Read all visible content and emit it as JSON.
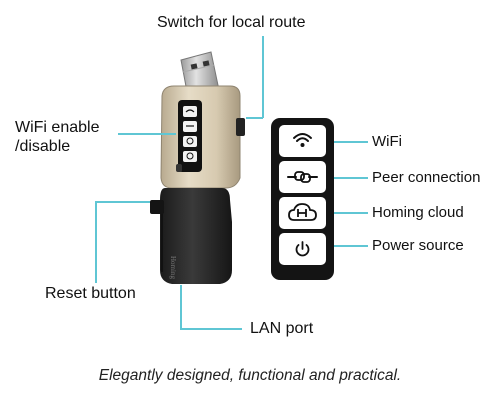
{
  "labels": {
    "switch": "Switch for local route",
    "wifi_enable_1": "WiFi enable",
    "wifi_enable_2": "/disable",
    "reset": "Reset button",
    "lan": "LAN port",
    "wifi": "WiFi",
    "peer": "Peer connection",
    "homing": "Homing cloud",
    "power": "Power source"
  },
  "device_brand": "Homing",
  "caption": "Elegantly designed, functional and practical.",
  "colors": {
    "leader_line": "#5fc6d4",
    "panel_body": "#d8ccb4",
    "dongle_body": "#2c2c2c"
  }
}
